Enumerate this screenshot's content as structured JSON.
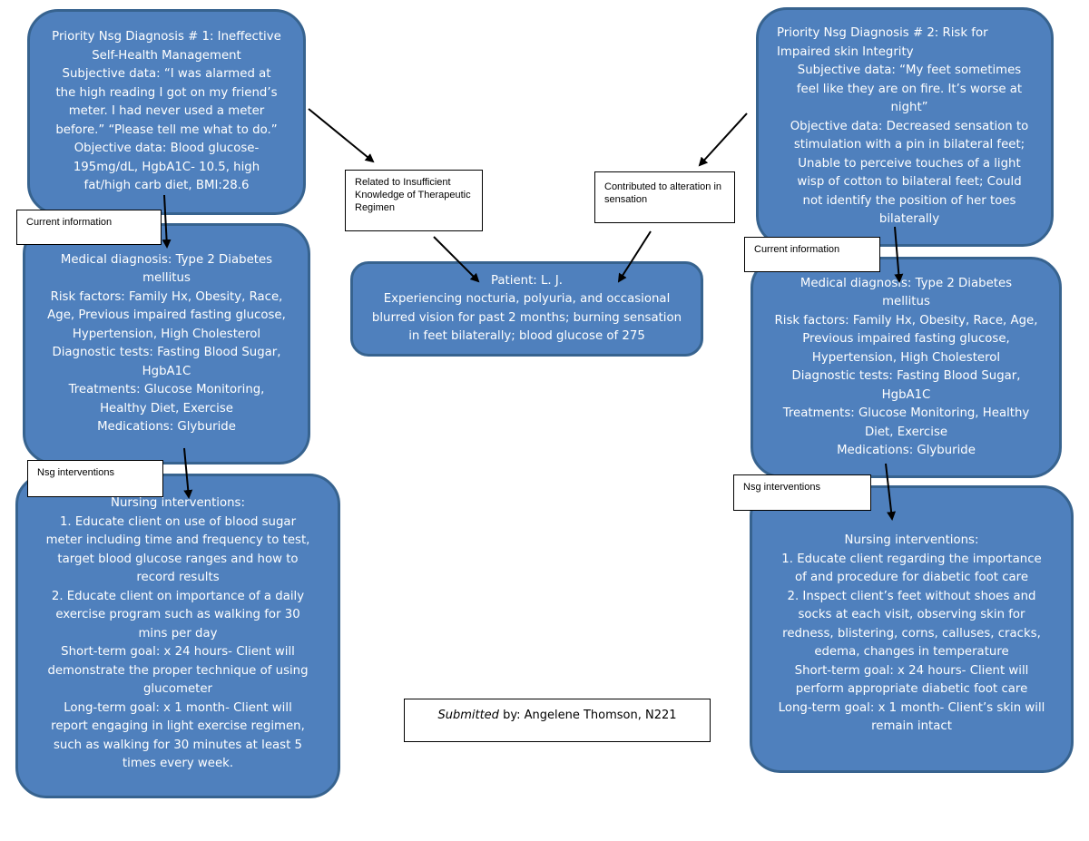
{
  "diagnosis1": {
    "lines": [
      "Priority Nsg Diagnosis # 1: Ineffective",
      "Self-Health Management",
      "Subjective data: “I was alarmed at",
      "the high reading I got on my friend’s",
      "meter. I had never used a meter",
      "before.” “Please tell me what to do.”",
      "Objective data: Blood glucose-",
      "195mg/dL, HgbA1C- 10.5, high",
      "fat/high carb diet, BMI:28.6"
    ]
  },
  "current1": {
    "label": "Current information",
    "lines": [
      "Medical diagnosis: Type 2 Diabetes",
      "mellitus",
      "Risk factors: Family Hx, Obesity, Race,",
      "Age, Previous impaired fasting glucose,",
      "Hypertension, High Cholesterol",
      "Diagnostic tests: Fasting Blood Sugar,",
      "HgbA1C",
      "Treatments: Glucose Monitoring,",
      "Healthy Diet, Exercise",
      "Medications: Glyburide"
    ]
  },
  "interventions1": {
    "label": "Nsg interventions",
    "lines": [
      "Nursing interventions:",
      "1. Educate client on use of blood sugar",
      "meter including time and frequency to test,",
      "target blood glucose ranges and how to",
      "record results",
      "2. Educate client on importance of a daily",
      "exercise program such as walking for 30",
      "mins per day",
      "Short-term goal: x 24 hours- Client will",
      "demonstrate the proper technique of using",
      "glucometer",
      "Long-term goal: x 1 month- Client will",
      "report engaging in light exercise regimen,",
      "such as walking for 30 minutes at least 5",
      "times every week."
    ]
  },
  "related1": {
    "label": "Related to Insufficient Knowledge of Therapeutic Regimen"
  },
  "related2": {
    "label": "Contributed to alteration in sensation"
  },
  "patient": {
    "lines": [
      "Patient: L. J.",
      "Experiencing nocturia, polyuria, and occasional",
      "blurred vision for past 2 months; burning sensation",
      "in feet bilaterally; blood glucose of 275"
    ]
  },
  "diagnosis2": {
    "lines": [
      "Priority Nsg Diagnosis # 2: Risk for",
      "Impaired skin Integrity",
      "Subjective data: “My feet sometimes",
      "feel like they are on fire. It’s worse at",
      "night”",
      "Objective data: Decreased sensation to",
      "stimulation with a pin in bilateral feet;",
      "Unable to perceive touches of a light",
      "wisp of cotton to bilateral feet; Could",
      "not identify the position of her toes",
      "bilaterally"
    ]
  },
  "current2": {
    "label": "Current information",
    "lines": [
      "Medical diagnosis: Type 2 Diabetes",
      "mellitus",
      "Risk factors: Family Hx, Obesity, Race, Age,",
      "Previous impaired fasting glucose,",
      "Hypertension, High Cholesterol",
      "Diagnostic tests: Fasting Blood Sugar,",
      "HgbA1C",
      "Treatments: Glucose Monitoring, Healthy",
      "Diet, Exercise",
      "Medications: Glyburide"
    ]
  },
  "interventions2": {
    "label": "Nsg interventions",
    "lines": [
      "Nursing interventions:",
      "1. Educate client regarding the importance",
      "of and procedure for diabetic foot care",
      "2. Inspect client’s feet without shoes and",
      "socks at each visit, observing skin for",
      "redness, blistering, corns, calluses, cracks,",
      "edema, changes in temperature",
      "Short-term goal: x 24 hours- Client will",
      "perform appropriate diabetic foot care",
      "Long-term goal: x 1 month- Client’s skin will",
      "remain intact"
    ]
  },
  "submitted": {
    "prefix": "Submitted",
    "rest": " by: Angelene Thomson, N221"
  },
  "colors": {
    "node_fill": "#4f80bd",
    "node_border": "#37638f",
    "arrow": "#000000"
  }
}
